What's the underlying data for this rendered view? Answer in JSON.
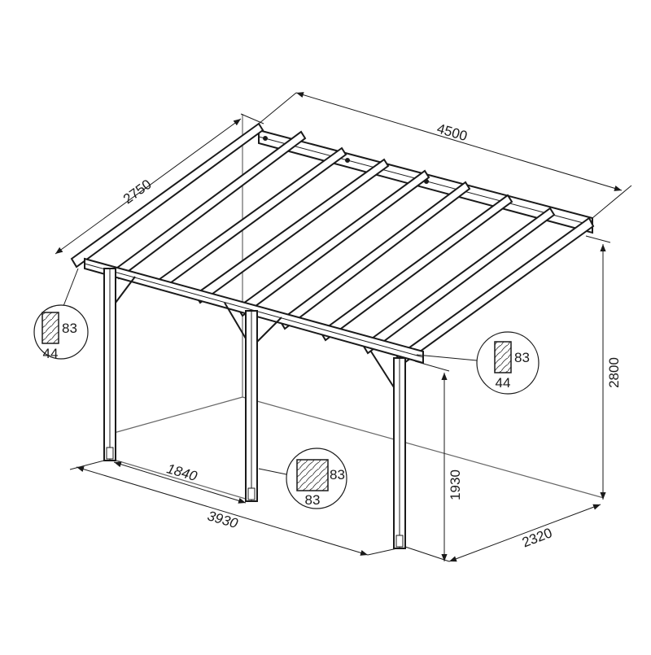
{
  "diagram": {
    "subject": "Lean-to pergola with rafters, isometric technical drawing",
    "colors": {
      "line": "#1a1a1a",
      "guide": "#555555",
      "background": "#ffffff"
    },
    "dimensions": {
      "rafter_length": "2750",
      "overall_width": "4500",
      "overall_height": "2800",
      "post_spacing": "1840",
      "post_span": "3930",
      "front_post_height": "1930",
      "depth": "2320"
    },
    "sections": [
      {
        "name": "rafter-section",
        "width": "44",
        "height": "83"
      },
      {
        "name": "beam-section",
        "width": "44",
        "height": "83"
      },
      {
        "name": "post-section",
        "width": "83",
        "height": "83"
      }
    ]
  }
}
